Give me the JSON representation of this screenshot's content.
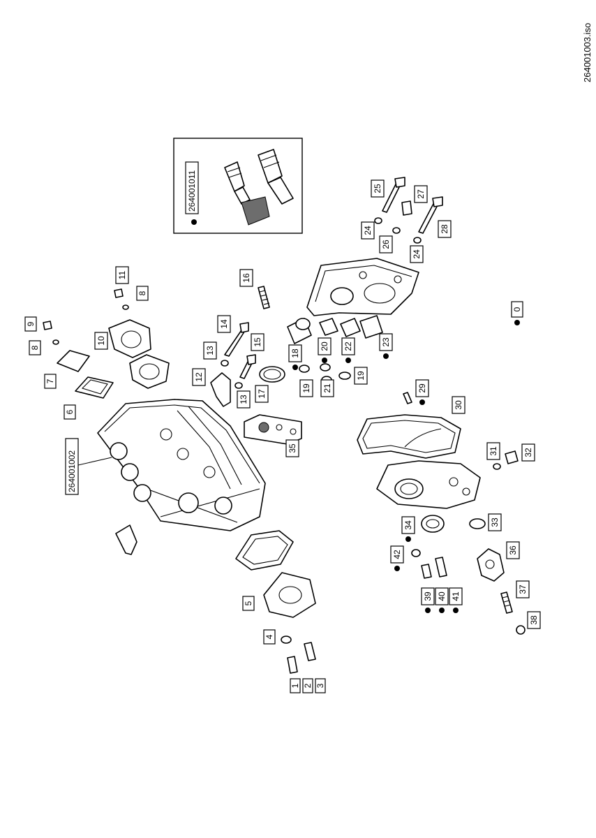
{
  "document": {
    "filename": "264001003.iso"
  },
  "assemblies": {
    "block": "264001002",
    "gear_set": "264001011"
  },
  "callouts": [
    {
      "id": "c0",
      "text": "0",
      "dot": true
    },
    {
      "id": "c1",
      "text": "1"
    },
    {
      "id": "c2",
      "text": "2"
    },
    {
      "id": "c3",
      "text": "3"
    },
    {
      "id": "c4",
      "text": "4"
    },
    {
      "id": "c5",
      "text": "5"
    },
    {
      "id": "c6",
      "text": "6"
    },
    {
      "id": "c7",
      "text": "7"
    },
    {
      "id": "c8a",
      "text": "8"
    },
    {
      "id": "c8b",
      "text": "8"
    },
    {
      "id": "c9",
      "text": "9"
    },
    {
      "id": "c10",
      "text": "10"
    },
    {
      "id": "c11",
      "text": "11"
    },
    {
      "id": "c12",
      "text": "12"
    },
    {
      "id": "c13a",
      "text": "13"
    },
    {
      "id": "c13b",
      "text": "13"
    },
    {
      "id": "c14",
      "text": "14"
    },
    {
      "id": "c15",
      "text": "15"
    },
    {
      "id": "c16",
      "text": "16"
    },
    {
      "id": "c17",
      "text": "17"
    },
    {
      "id": "c18",
      "text": "18",
      "dot": true
    },
    {
      "id": "c19a",
      "text": "19"
    },
    {
      "id": "c19b",
      "text": "19"
    },
    {
      "id": "c20",
      "text": "20",
      "dot": true
    },
    {
      "id": "c21",
      "text": "21"
    },
    {
      "id": "c22",
      "text": "22",
      "dot": true
    },
    {
      "id": "c23",
      "text": "23",
      "dot": true
    },
    {
      "id": "c24a",
      "text": "24"
    },
    {
      "id": "c24b",
      "text": "24"
    },
    {
      "id": "c25",
      "text": "25"
    },
    {
      "id": "c26",
      "text": "26"
    },
    {
      "id": "c27",
      "text": "27"
    },
    {
      "id": "c28",
      "text": "28"
    },
    {
      "id": "c29",
      "text": "29",
      "dot": true
    },
    {
      "id": "c30",
      "text": "30"
    },
    {
      "id": "c31",
      "text": "31"
    },
    {
      "id": "c32",
      "text": "32"
    },
    {
      "id": "c33",
      "text": "33"
    },
    {
      "id": "c34",
      "text": "34",
      "dot": true
    },
    {
      "id": "c35",
      "text": "35"
    },
    {
      "id": "c36",
      "text": "36"
    },
    {
      "id": "c37",
      "text": "37"
    },
    {
      "id": "c38",
      "text": "38"
    },
    {
      "id": "c39",
      "text": "39",
      "dot": true
    },
    {
      "id": "c40",
      "text": "40",
      "dot": true
    },
    {
      "id": "c41",
      "text": "41",
      "dot": true
    },
    {
      "id": "c42",
      "text": "42",
      "dot": true
    }
  ]
}
